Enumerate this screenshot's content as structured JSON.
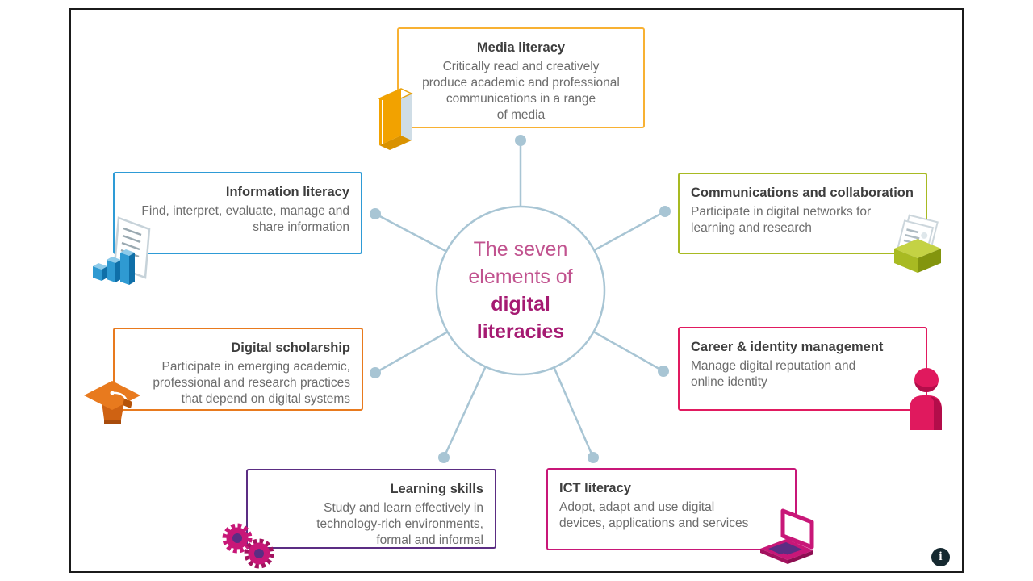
{
  "center": {
    "top": "The seven\nelements of",
    "bottom": "digital\nliteracies"
  },
  "nodes": [
    {
      "id": "media-literacy",
      "title": "Media literacy",
      "description": "Critically read and creatively\nproduce academic and professional\ncommunications in a range\nof media",
      "color": "#f8b133",
      "icon": "book-icon",
      "align": "center"
    },
    {
      "id": "information-literacy",
      "title": "Information literacy",
      "description": "Find, interpret, evaluate, manage and\nshare information",
      "color": "#2e9bd6",
      "icon": "document-chart-icon",
      "align": "right"
    },
    {
      "id": "communications-and-collaboration",
      "title": "Communications and collaboration",
      "description": "Participate in digital networks for\nlearning and research",
      "color": "#a8ba22",
      "icon": "card-tray-icon",
      "align": "left"
    },
    {
      "id": "digital-scholarship",
      "title": "Digital scholarship",
      "description": "Participate in emerging academic,\nprofessional and research practices\nthat depend on digital systems",
      "color": "#e87a1e",
      "icon": "graduation-cap-icon",
      "align": "right"
    },
    {
      "id": "career-identity-management",
      "title": "Career & identity management",
      "description": "Manage digital reputation and\nonline identity",
      "color": "#e11a60",
      "icon": "person-icon",
      "align": "left"
    },
    {
      "id": "learning-skills",
      "title": "Learning skills",
      "description": "Study and learn effectively in\ntechnology-rich environments,\nformal and informal",
      "color": "#5b2d83",
      "icon": "gears-icon",
      "align": "right"
    },
    {
      "id": "ict-literacy",
      "title": "ICT literacy",
      "description": "Adopt, adapt and use digital\ndevices, applications and services",
      "color": "#c81778",
      "icon": "laptop-icon",
      "align": "left"
    }
  ],
  "info_button": {
    "label": "i"
  },
  "palette": {
    "connector": "#a8c5d4",
    "center_circle_stroke": "#a8c5d4",
    "center_text_pink": "#c1538f",
    "center_text_magenta": "#a51a72",
    "title_text": "#3e3e3e",
    "body_text": "#6c6c6c",
    "slide_border": "#1b1b1b",
    "info_button_bg": "#152930"
  }
}
